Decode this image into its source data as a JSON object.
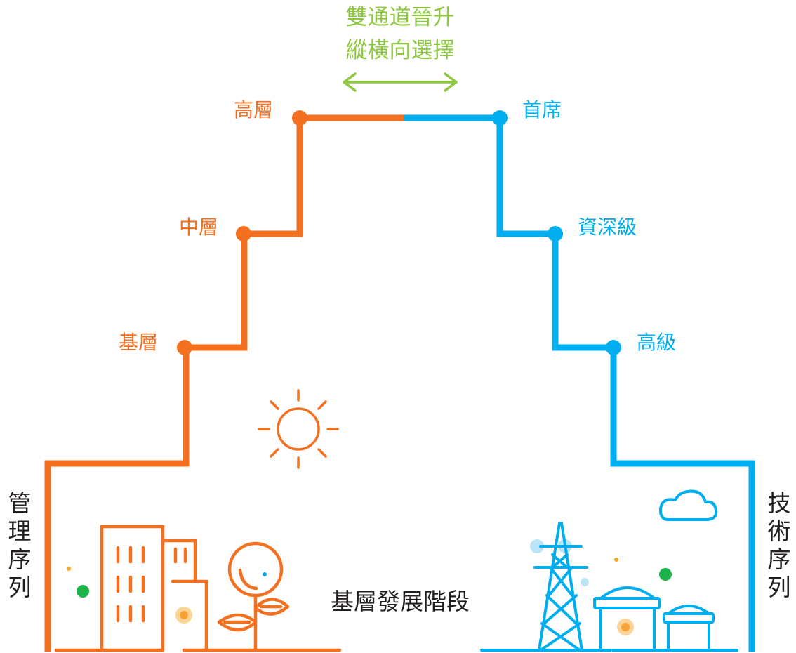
{
  "header": {
    "line1": "雙通道晉升",
    "line2": "縱橫向選擇"
  },
  "management_track": {
    "side_label": [
      "管",
      "理",
      "序",
      "列"
    ],
    "levels": [
      "基層",
      "中層",
      "高層"
    ]
  },
  "technical_track": {
    "side_label": [
      "技",
      "術",
      "序",
      "列"
    ],
    "levels": [
      "高級",
      "資深級",
      "首席"
    ]
  },
  "base_stage": "基層發展階段",
  "colors": {
    "management": "#F37021",
    "technical": "#00AEEF",
    "accent": "#8DC63F",
    "text": "#231F20",
    "dot_green": "#1DB34B",
    "dot_orange": "#F5A623",
    "glow": "#FBB040",
    "tower_glow": "#9ED8F5"
  },
  "icons": {
    "sun": "sun-icon",
    "buildings": "office-buildings-icon",
    "plant": "sprout-plant-icon",
    "tower": "power-tower-icon",
    "tanks": "storage-tanks-icon",
    "cloud": "cloud-icon",
    "arrow": "double-arrow-icon"
  }
}
